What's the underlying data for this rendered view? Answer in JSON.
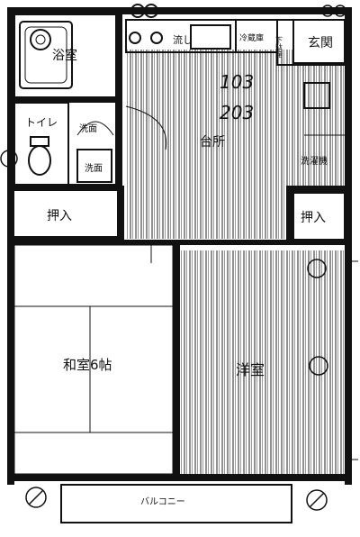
{
  "rooms": {
    "bath": "浴室",
    "toilet": "トイレ",
    "washroom": "洗面",
    "kitchen": "台所",
    "entrance": "玄関",
    "closet_left": "押入",
    "closet_right": "押入",
    "japanese_room": "和室6帖",
    "western_room": "洋室",
    "balcony": "バルコニー"
  },
  "fixtures": {
    "washing_machine_area": "洗濯機",
    "sink": "流し",
    "refrigerator": "冷蔵庫",
    "shoe_box": "下駄箱",
    "laundry": "洗濯機",
    "vanity": "洗面"
  },
  "handwritten_unit_numbers": [
    "103",
    "203"
  ]
}
